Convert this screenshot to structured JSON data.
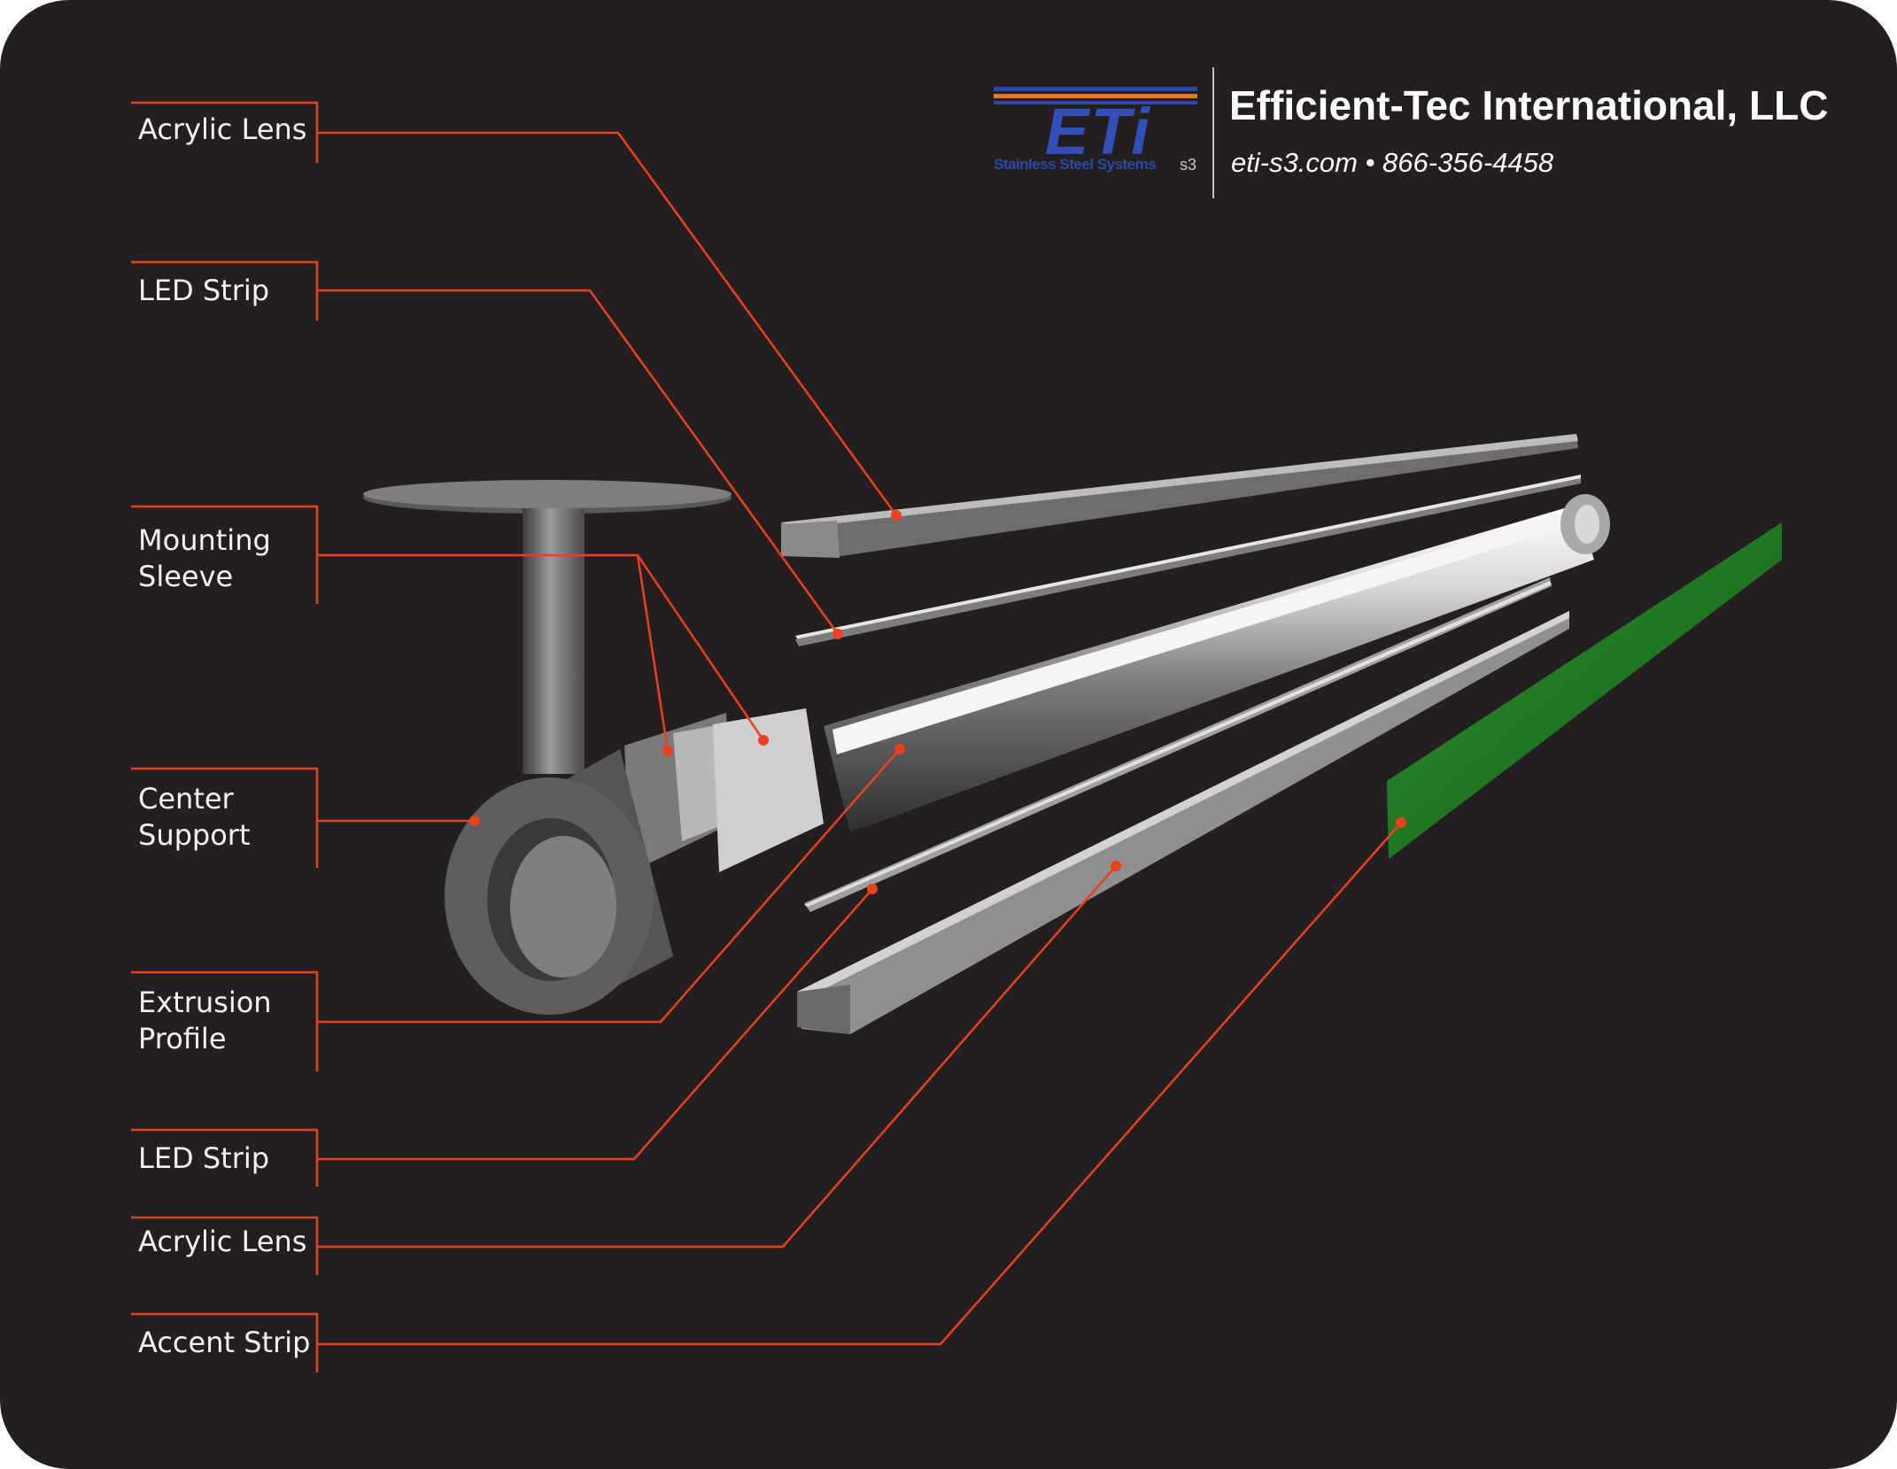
{
  "brand": {
    "company": "Efficient-Tec International, LLC",
    "contact": "eti-s3.com • 866-356-4458",
    "logo_word": "ETi",
    "logo_tagline": "Stainless Steel Systems",
    "logo_mark": "s3"
  },
  "callouts": [
    {
      "text": "Acrylic Lens"
    },
    {
      "text": "LED Strip"
    },
    {
      "text": "Mounting\nSleeve"
    },
    {
      "text": "Center\nSupport"
    },
    {
      "text": "Extrusion\nProfile"
    },
    {
      "text": "LED Strip"
    },
    {
      "text": "Acrylic Lens"
    },
    {
      "text": "Accent Strip"
    }
  ],
  "colors": {
    "background": "#231f20",
    "leader": "#e8411c",
    "accent_strip": "#1e7a1e",
    "logo_blue": "#2a49a8",
    "logo_orange": "#e87a1e"
  }
}
